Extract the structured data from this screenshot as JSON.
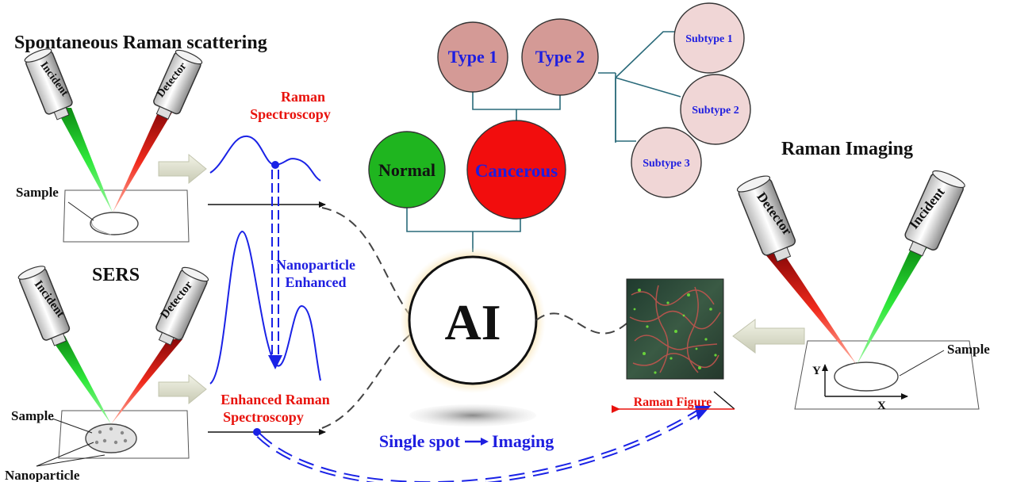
{
  "colors": {
    "laser_green": "#19c81e",
    "laser_red": "#e81a12",
    "spectrum_blue": "#1a22e6",
    "text_red": "#e8120c",
    "text_blue": "#1e1ee0",
    "node_type": "#d49a96",
    "node_subtype": "#f0d6d6",
    "node_normal": "#1fb51f",
    "node_cancerous": "#f20d0d",
    "tree_line": "#2a6a7a",
    "ai_glow": "#f6dca0",
    "arrow_fill": "#e4e6d4"
  },
  "left_top": {
    "title": "Spontaneous Raman scattering",
    "incident": "Incident",
    "detector": "Detector",
    "sample": "Sample"
  },
  "left_bottom": {
    "title": "SERS",
    "incident": "Incident",
    "detector": "Detector",
    "sample": "Sample",
    "nanoparticle": "Nanoparticle"
  },
  "spectra": {
    "raman_line1": "Raman",
    "raman_line2": "Spectroscopy",
    "nano_line1": "Nanoparticle",
    "nano_line2": "Enhanced",
    "enhanced_line1": "Enhanced  Raman",
    "enhanced_line2": "Spectroscopy"
  },
  "tree": {
    "type1": "Type 1",
    "type2": "Type 2",
    "subtype1": "Subtype 1",
    "subtype2": "Subtype 2",
    "subtype3": "Subtype 3",
    "normal": "Normal",
    "cancerous": "Cancerous"
  },
  "center": {
    "ai": "AI",
    "single_spot_left": "Single spot",
    "single_spot_right": "Imaging"
  },
  "right": {
    "title": "Raman  Imaging",
    "detector": "Detector",
    "incident": "Incident",
    "sample": "Sample",
    "axis_y": "Y",
    "axis_x": "X",
    "figure_label": "Raman Figure"
  }
}
